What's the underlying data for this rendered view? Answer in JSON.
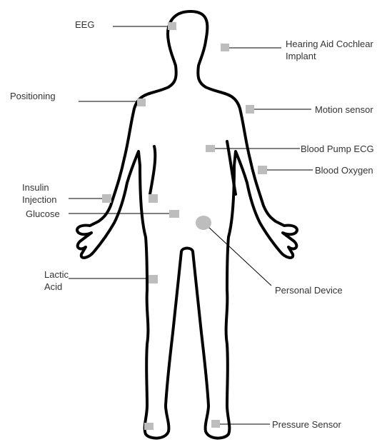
{
  "labels": {
    "eeg": "EEG",
    "hearing_aid_line1": "Hearing Aid Cochlear",
    "hearing_aid_line2": "Implant",
    "positioning": "Positioning",
    "motion_sensor": "Motion sensor",
    "blood_pump_ecg": "Blood Pump ECG",
    "blood_oxygen": "Blood Oxygen",
    "insulin_line1": "Insulin",
    "insulin_line2": "Injection",
    "glucose": "Glucose",
    "lactic_line1": "Lactic",
    "lactic_line2": "Acid",
    "personal_device": "Personal Device",
    "pressure_sensor": "Pressure Sensor"
  },
  "colors": {
    "outline": "#000000",
    "sensor": "#bdbdbd",
    "leader_line": "#000000",
    "text": "#333333",
    "background": "#ffffff"
  }
}
